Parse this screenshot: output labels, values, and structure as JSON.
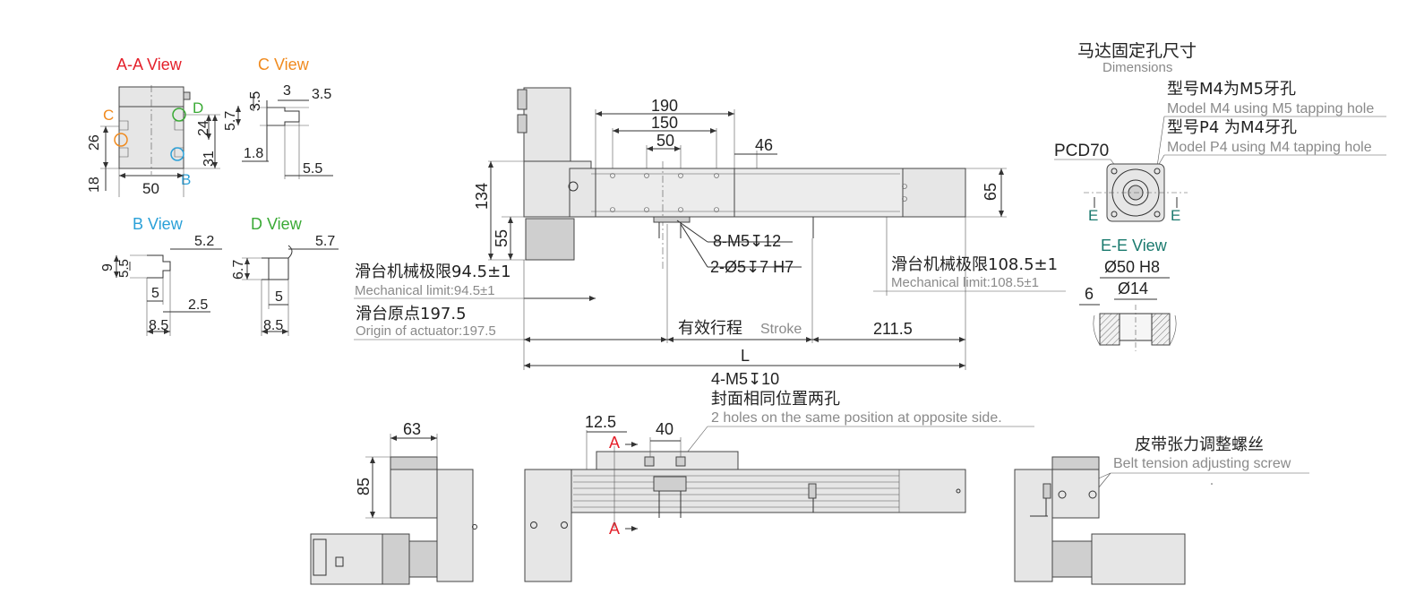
{
  "views": {
    "aa_title": "A-A View",
    "c_title": "C View",
    "b_title": "B View",
    "d_title": "D View",
    "ee_title": "E-E View",
    "aa_labels": {
      "c": "C",
      "d": "D",
      "b": "B"
    },
    "aa_dims": {
      "d26": "26",
      "d18": "18",
      "d50": "50",
      "d24": "24",
      "d31": "31"
    },
    "c_dims": {
      "d3_5a": "3.5",
      "d3": "3",
      "d3_5b": "3.5",
      "d5_7": "5.7",
      "d1_8": "1.8",
      "d5_5": "5.5"
    },
    "b_dims": {
      "d9": "9",
      "d5_5": "5.5",
      "d5_2": "5.2",
      "d5": "5",
      "d2_5": "2.5",
      "d8_5": "8.5"
    },
    "d_dims": {
      "d5_7": "5.7",
      "d6_7": "6.7",
      "d5": "5",
      "d8_5": "8.5"
    }
  },
  "main": {
    "dims": {
      "d190": "190",
      "d150": "150",
      "d50": "50",
      "d46": "46",
      "d134": "134",
      "d55": "55",
      "d65": "65",
      "d211_5": "211.5",
      "L": "L"
    },
    "callouts": {
      "holes_m5": "8-M5↧12",
      "holes_pin": "2-Ø5↧7 H7",
      "mech_left_cn": "滑台机械极限94.5±1",
      "mech_left_en": "Mechanical limit:94.5±1",
      "origin_cn": "滑台原点197.5",
      "origin_en": "Origin of actuator:197.5",
      "stroke_cn": "有效行程",
      "stroke_en": "Stroke",
      "mech_right_cn": "滑台机械极限108.5±1",
      "mech_right_en": "Mechanical limit:108.5±1"
    }
  },
  "motor": {
    "title_cn": "马达固定孔尺寸",
    "title_en": "Dimensions",
    "m4_cn": "型号M4为M5牙孔",
    "m4_en": "Model M4 using M5 tapping hole",
    "p4_cn": "型号P4 为M4牙孔",
    "p4_en": "Model P4 using M4 tapping hole",
    "pcd": "PCD70",
    "e_label": "E",
    "d_phi50": "Ø50 H8",
    "d_phi14": "Ø14",
    "d6": "6"
  },
  "bottom": {
    "holes_count": "4-M5↧10",
    "holes_cn": "封面相同位置两孔",
    "holes_en": "2 holes on the same position at opposite side.",
    "d63": "63",
    "d85": "85",
    "d12_5": "12.5",
    "d40": "40",
    "section_a": "A",
    "belt_cn": "皮带张力调整螺丝",
    "belt_en": "Belt tension adjusting screw"
  },
  "colors": {
    "red": "#e4202a",
    "orange": "#f08a1e",
    "green": "#3aaa35",
    "cyan": "#2aa0d8",
    "teal": "#1a7a6e"
  }
}
